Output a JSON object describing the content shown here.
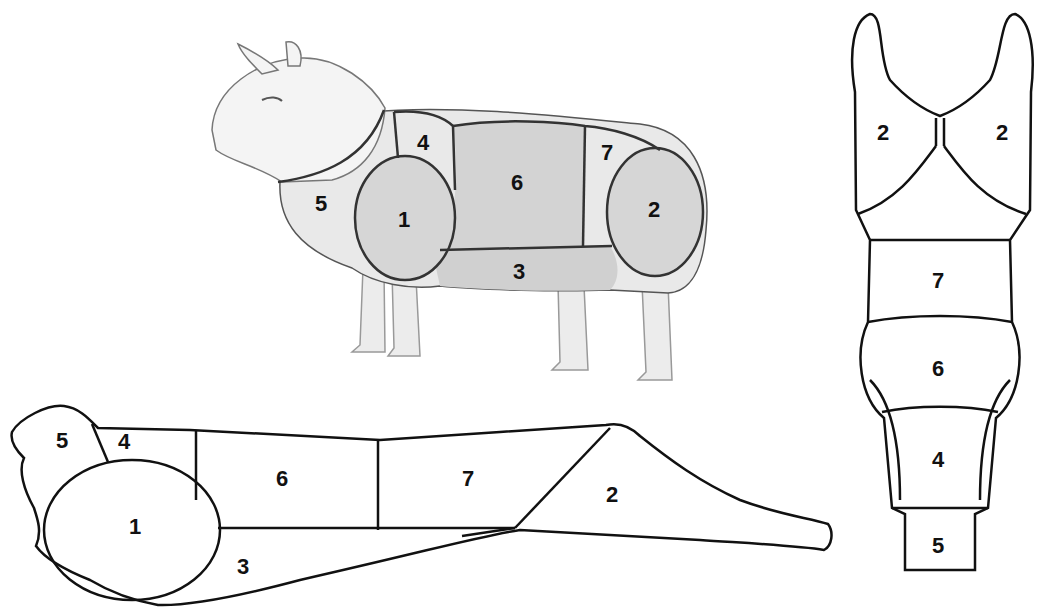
{
  "diagram": {
    "labels": [
      "4",
      "5",
      "1",
      "6",
      "7",
      "2",
      "3",
      "2",
      "2",
      "7",
      "6",
      "4",
      "5",
      "5",
      "4",
      "6",
      "7",
      "1",
      "2",
      "3"
    ]
  }
}
